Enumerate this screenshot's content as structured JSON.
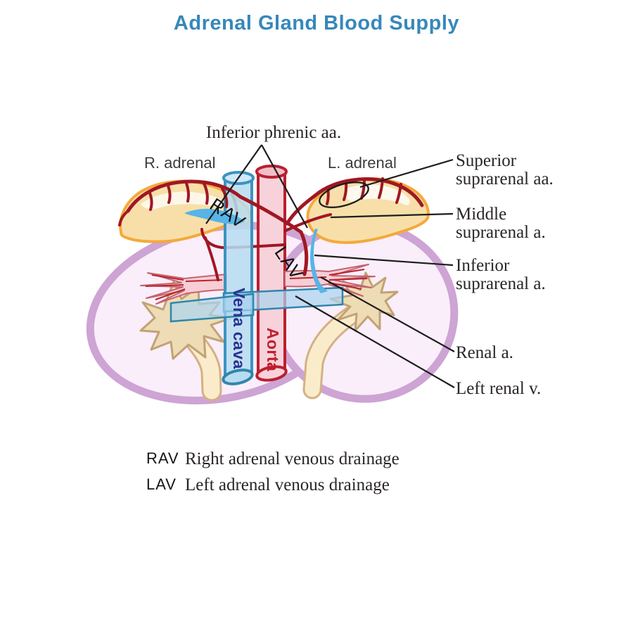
{
  "title": "Adrenal Gland Blood Supply",
  "palette": {
    "title_blue": "#3688ba",
    "artery_red": "#a01723",
    "aorta_fill": "#f8d2da",
    "aorta_outline": "#bb1f2f",
    "vena_cava_fill": "#b7dcf1",
    "vena_cava_outline": "#3d93bf",
    "adrenal_vein_blue": "#57b4e7",
    "renal_vein_fill": "#abd4ef",
    "renal_vein_outline": "#2e86ac",
    "kidney_fill": "#f9eefa",
    "kidney_outline": "#cda4d4",
    "adrenal_fill": "#f8dfa9",
    "adrenal_outline": "#f4a93c",
    "pelvis_fill": "#eedcb6",
    "pelvis_outline": "#c2a274",
    "ureter_fill": "#faeccb",
    "ureter_outline": "#d3b185",
    "renal_artery_fill": "#f7cdd6",
    "renal_artery_outline": "#c4656f",
    "label_ink": "#2b2626",
    "leader_line": "#1d1d1d",
    "vena_cava_text": "#2c3191",
    "aorta_text": "#c01f2f"
  },
  "figure": {
    "top_label": "Inferior phrenic aa.",
    "right_adrenal_label": "R. adrenal",
    "left_adrenal_label": "L. adrenal",
    "rav_abbr": "RAV",
    "lav_abbr": "LAV",
    "vena_cava_label": "Vena cava",
    "aorta_label": "Aorta",
    "callouts": {
      "superior_line1": "Superior",
      "superior_line2": "suprarenal aa.",
      "middle_line1": "Middle",
      "middle_line2": "suprarenal a.",
      "inferior_line1": "Inferior",
      "inferior_line2": "suprarenal a.",
      "renal_artery": "Renal a.",
      "left_renal_vein": "Left renal v."
    }
  },
  "legend": {
    "items": [
      {
        "abbr": "RAV",
        "description": "Right adrenal venous drainage"
      },
      {
        "abbr": "LAV",
        "description": "Left adrenal venous drainage"
      }
    ]
  }
}
